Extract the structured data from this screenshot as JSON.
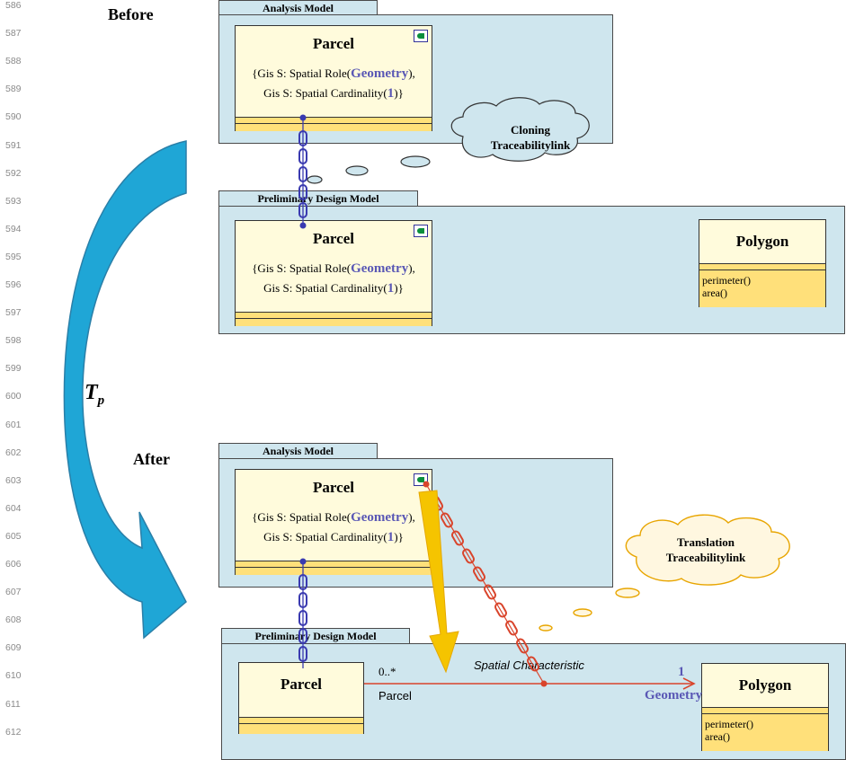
{
  "line_numbers": [
    "586",
    "587",
    "588",
    "589",
    "590",
    "591",
    "592",
    "593",
    "594",
    "595",
    "596",
    "597",
    "598",
    "599",
    "600",
    "601",
    "602",
    "603",
    "604",
    "605",
    "606",
    "607",
    "608",
    "609",
    "610",
    "611",
    "612"
  ],
  "labels": {
    "before": "Before",
    "after": "After",
    "transform": "T",
    "transform_sub": "p"
  },
  "packages": {
    "analysis": "Analysis Model",
    "preliminary": "Preliminary Design Model"
  },
  "parcel": {
    "name": "Parcel",
    "tag_prefix1": "{Gis S: Spatial Role(",
    "tag_value1": "Geometry",
    "tag_suffix1": "),",
    "tag_prefix2": "Gis S: Spatial Cardinality(",
    "tag_value2": "1",
    "tag_suffix2": ")}"
  },
  "polygon": {
    "name": "Polygon",
    "op1": "perimeter()",
    "op2": "area()"
  },
  "clouds": {
    "cloning_line1": "Cloning",
    "cloning_line2": "Traceabilitylink",
    "translation_line1": "Translation",
    "translation_line2": "Traceabilitylink"
  },
  "association": {
    "name": "Spatial Characteristic",
    "source_multiplicity": "0..*",
    "source_role": "Parcel",
    "target_multiplicity": "1",
    "target_role": "Geometry"
  },
  "colors": {
    "package_fill": "#cfe6ee",
    "class_fill": "#fffbdc",
    "compartment_fill": "#ffe07a",
    "arrow_blue": "#1fa6d6",
    "arrow_yellow": "#f5c400",
    "link_red": "#d9442b",
    "link_blue": "#3a3ab0",
    "highlight_text": "#5a58b5"
  }
}
